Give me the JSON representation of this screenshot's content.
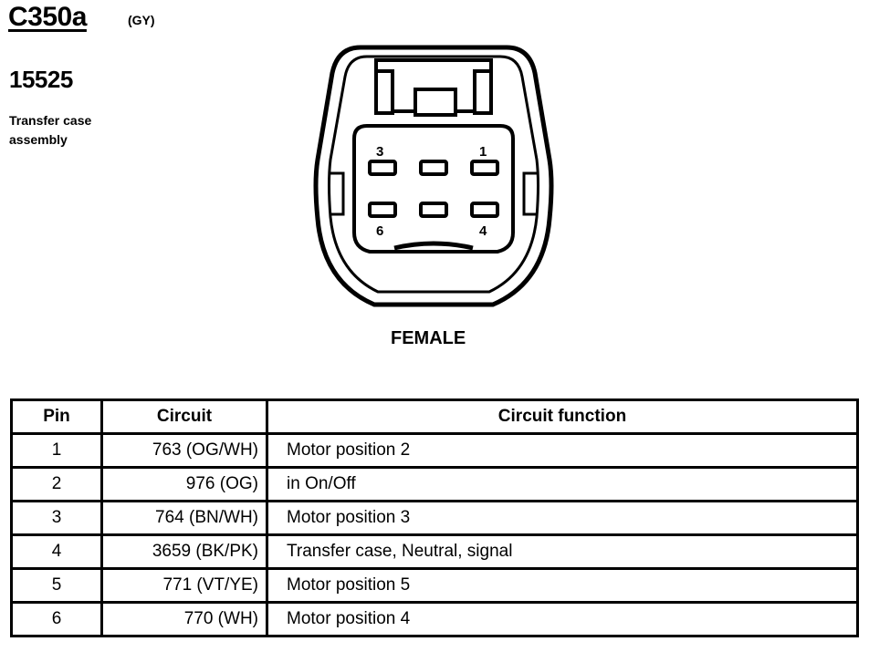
{
  "header": {
    "connector_id": "C350a",
    "color_code": "(GY)",
    "part_number": "15525",
    "description": "Transfer case assembly"
  },
  "connector": {
    "gender": "FEMALE",
    "pin_labels": [
      "3",
      "1",
      "6",
      "4"
    ]
  },
  "table": {
    "headers": [
      "Pin",
      "Circuit",
      "Circuit function"
    ],
    "rows": [
      {
        "pin": "1",
        "circuit": "763 (OG/WH)",
        "function": "Motor position 2"
      },
      {
        "pin": "2",
        "circuit": "976 (OG)",
        "function": "in On/Off"
      },
      {
        "pin": "3",
        "circuit": "764 (BN/WH)",
        "function": "Motor position 3"
      },
      {
        "pin": "4",
        "circuit": "3659 (BK/PK)",
        "function": "Transfer case, Neutral, signal"
      },
      {
        "pin": "5",
        "circuit": "771 (VT/YE)",
        "function": "Motor position 5"
      },
      {
        "pin": "6",
        "circuit": "770 (WH)",
        "function": "Motor position 4"
      }
    ]
  }
}
